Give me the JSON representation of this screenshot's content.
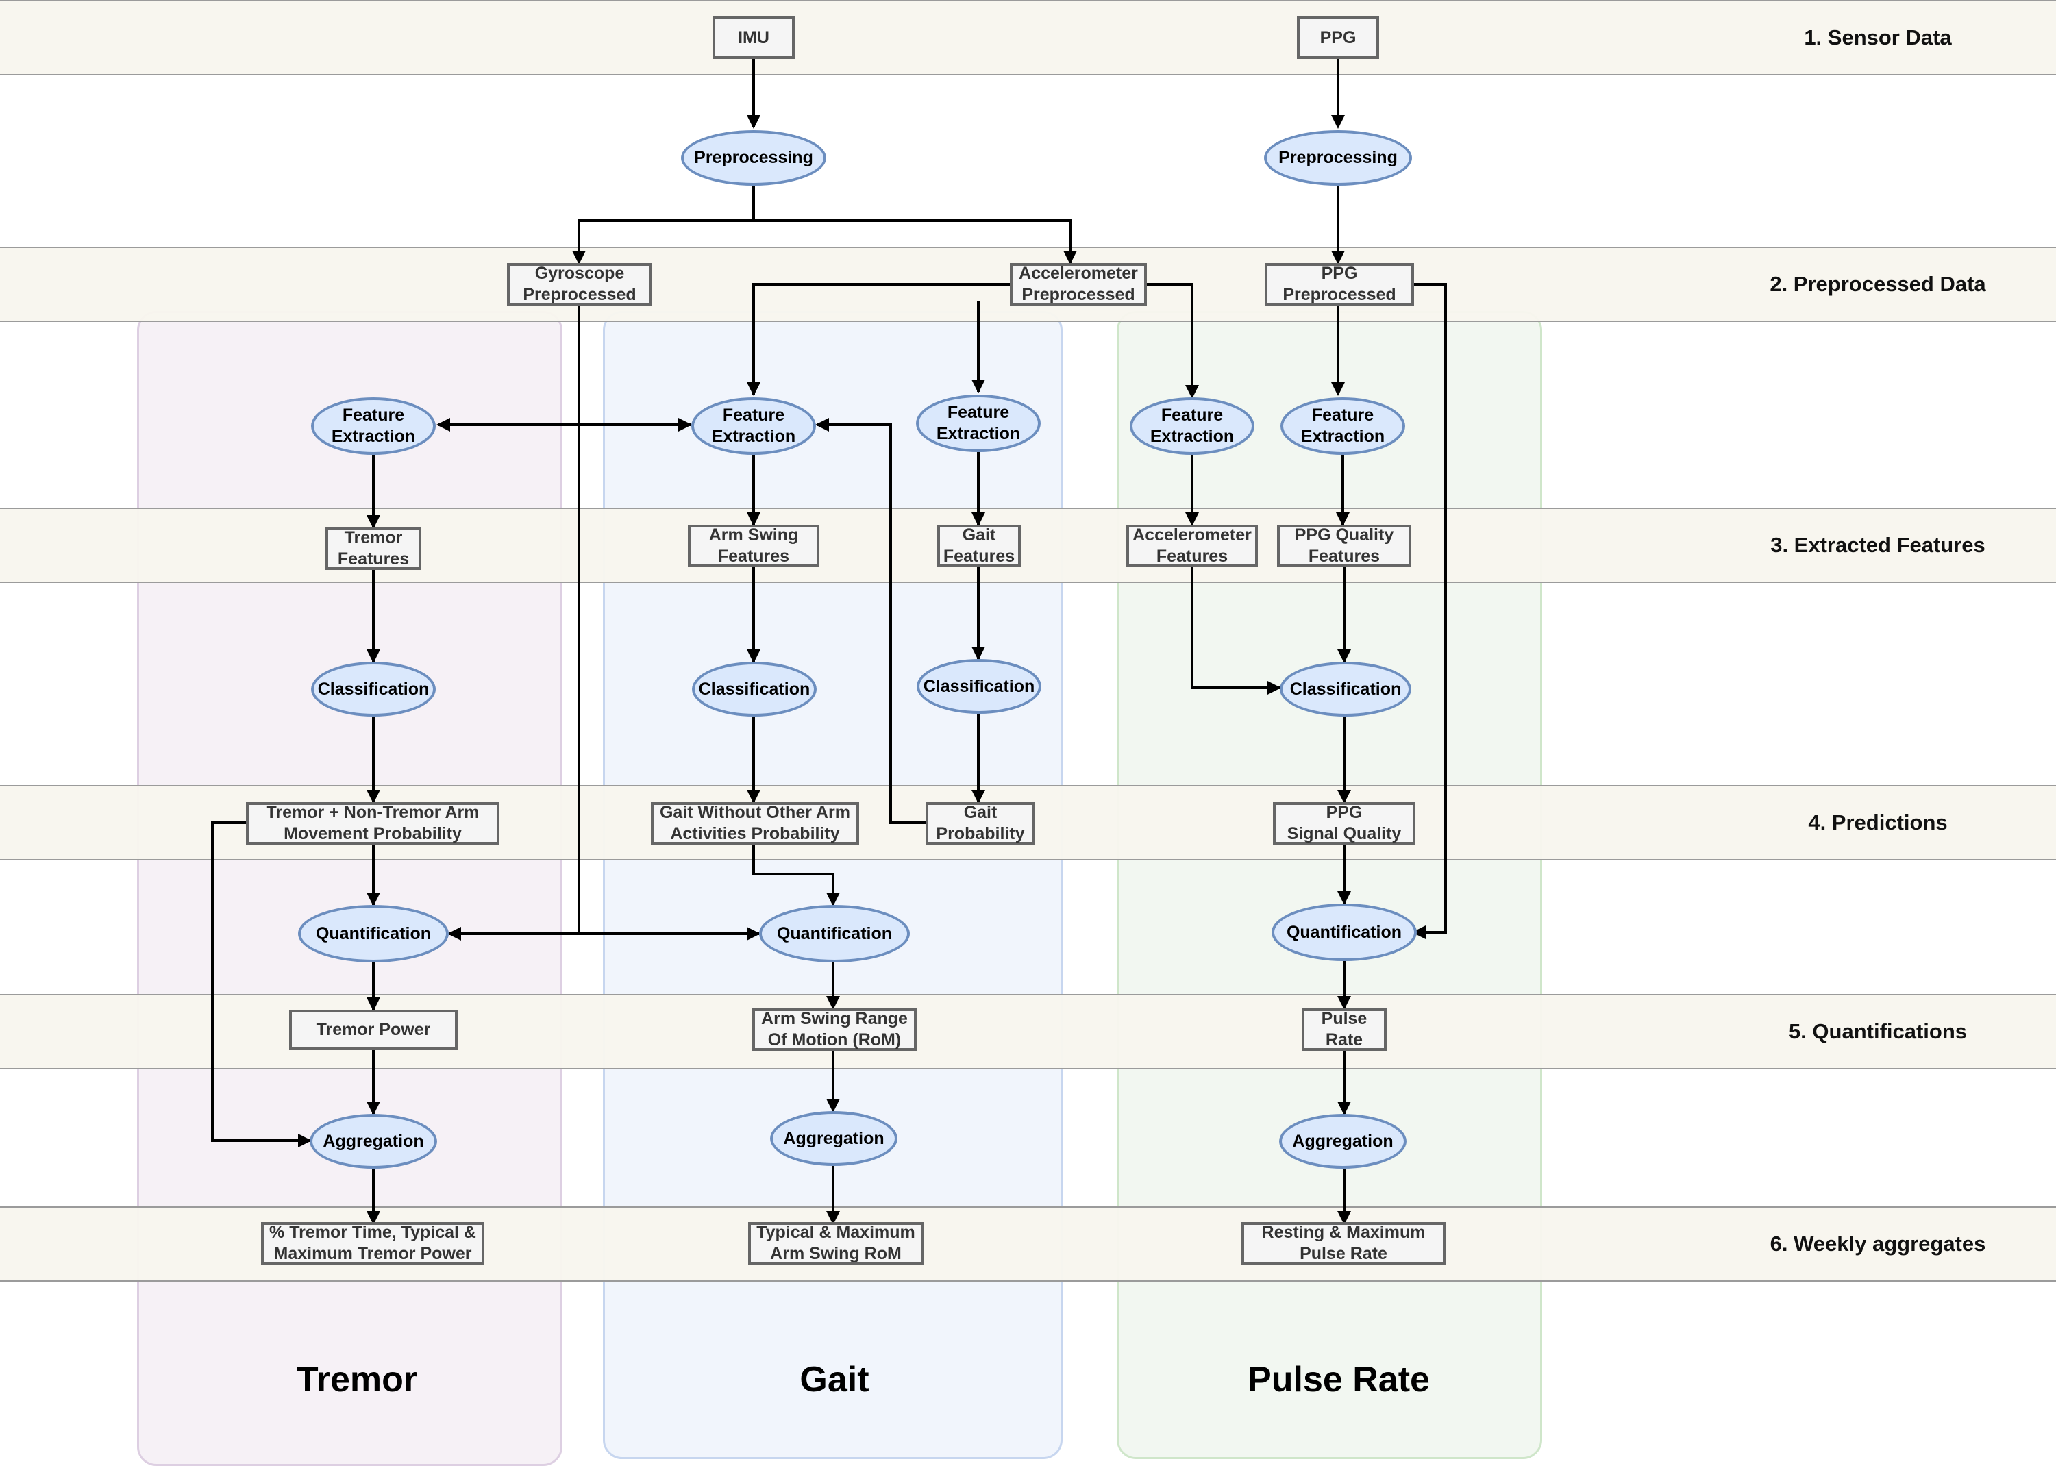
{
  "bands": [
    {
      "label": "1. Sensor Data"
    },
    {
      "label": "2. Preprocessed Data"
    },
    {
      "label": "3. Extracted Features"
    },
    {
      "label": "4. Predictions"
    },
    {
      "label": "5. Quantifications"
    },
    {
      "label": "6. Weekly aggregates"
    }
  ],
  "columns": {
    "tremor": "Tremor",
    "gait": "Gait",
    "pulse": "Pulse Rate"
  },
  "nodes": {
    "imu": "IMU",
    "ppg": "PPG",
    "prep_imu": "Preprocessing",
    "prep_ppg": "Preprocessing",
    "gyro_pre": "Gyroscope\nPreprocessed",
    "acc_pre": "Accelerometer\nPreprocessed",
    "ppg_pre": "PPG\nPreprocessed",
    "fe_tremor": "Feature\nExtraction",
    "fe_arm": "Feature\nExtraction",
    "fe_gait": "Feature\nExtraction",
    "fe_acc": "Feature\nExtraction",
    "fe_ppg": "Feature\nExtraction",
    "tremor_feat": "Tremor\nFeatures",
    "arm_feat": "Arm Swing\nFeatures",
    "gait_feat": "Gait\nFeatures",
    "acc_feat": "Accelerometer\nFeatures",
    "ppgq_feat": "PPG Quality\nFeatures",
    "cls_tremor": "Classification",
    "cls_arm": "Classification",
    "cls_gait": "Classification",
    "cls_ppg": "Classification",
    "tremor_prob": "Tremor + Non-Tremor Arm\nMovement Probability",
    "gait_other_prob": "Gait Without Other Arm\nActivities Probability",
    "gait_prob": "Gait\nProbability",
    "ppg_sq": "PPG\nSignal Quality",
    "q_tremor": "Quantification",
    "q_gait": "Quantification",
    "q_ppg": "Quantification",
    "tremor_power": "Tremor Power",
    "arm_rom": "Arm Swing Range\nOf Motion (RoM)",
    "pulse_rate": "Pulse\nRate",
    "agg_tremor": "Aggregation",
    "agg_gait": "Aggregation",
    "agg_ppg": "Aggregation",
    "wk_tremor": "% Tremor Time, Typical &\nMaximum Tremor Power",
    "wk_gait": "Typical & Maximum\nArm Swing RoM",
    "wk_pulse": "Resting & Maximum\nPulse Rate"
  },
  "colors": {
    "ellipse_fill": "#dae8fc",
    "ellipse_stroke": "#6c8ebf",
    "box_fill": "#f5f5f5",
    "box_stroke": "#666666",
    "band_fill": "#f8f6ee",
    "tremor_bg": "#f6f1f6",
    "gait_bg": "#f1f5fc",
    "pulse_bg": "#f2f7f1"
  }
}
